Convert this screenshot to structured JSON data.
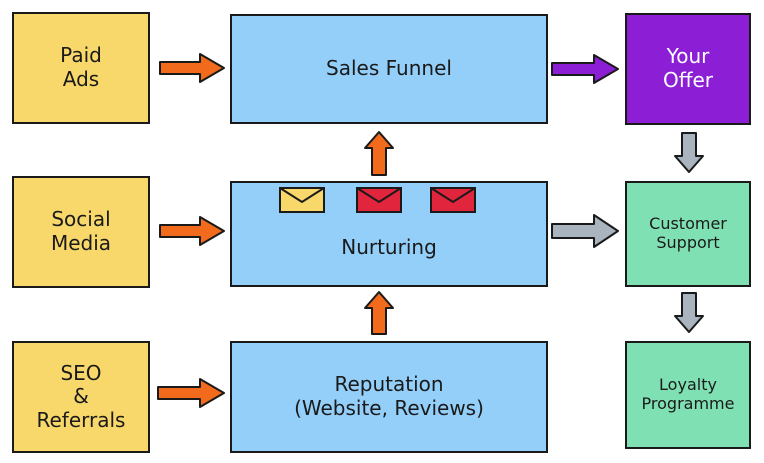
{
  "sources": {
    "paid_ads": [
      "Paid",
      "Ads"
    ],
    "social_media": [
      "Social",
      "Media"
    ],
    "seo_referrals": [
      "SEO",
      "&",
      "Referrals"
    ]
  },
  "funnel": {
    "sales_funnel": [
      "Sales Funnel"
    ],
    "nurturing": [
      "Nurturing"
    ],
    "reputation": [
      "Reputation",
      "(Website, Reviews)"
    ]
  },
  "outcomes": {
    "your_offer": [
      "Your",
      "Offer"
    ],
    "customer_support": [
      "Customer",
      "Support"
    ],
    "loyalty_programme": [
      "Loyalty",
      "Programme"
    ]
  },
  "colors": {
    "source_box": "#f8d86a",
    "funnel_box": "#93cff9",
    "offer_box": "#8c1fd6",
    "support_box": "#7fe0b4",
    "orange_arrow": "#f26a1b",
    "purple_arrow": "#8c1fd6",
    "grey_arrow": "#a9b4bf",
    "email_yellow": "#f8d86a",
    "email_red": "#e0253c"
  },
  "icons": [
    "envelope-icon",
    "envelope-icon",
    "envelope-icon"
  ]
}
